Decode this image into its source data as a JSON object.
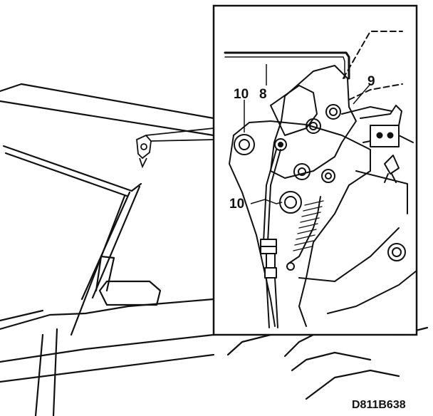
{
  "callouts": {
    "label_10_top": "10",
    "label_8": "8",
    "label_9": "9",
    "label_10_mid": "10"
  },
  "figure_code": "D811B638",
  "colors": {
    "ink": "#111111",
    "paper": "#ffffff"
  }
}
